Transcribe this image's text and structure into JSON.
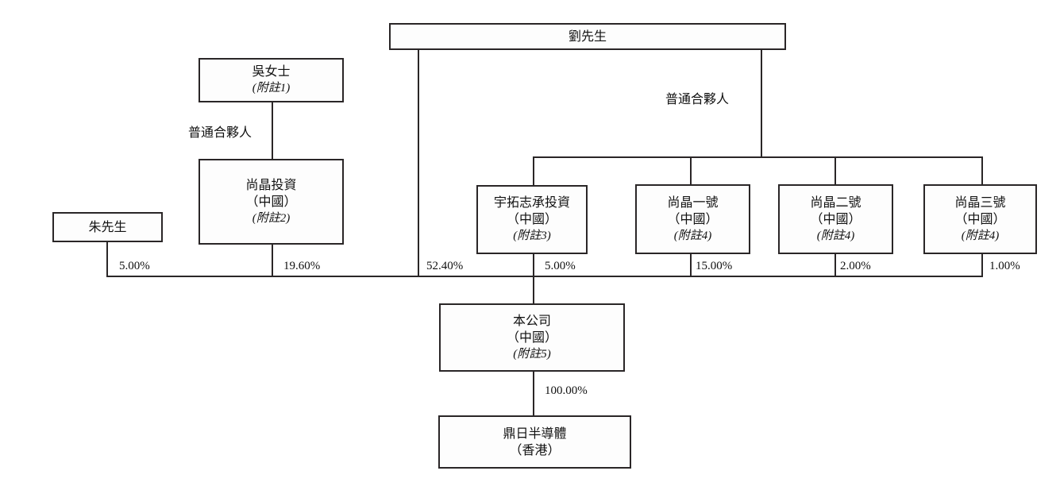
{
  "diagram": {
    "type": "shareholding-structure-chart",
    "nodes": {
      "liu": {
        "lines": [
          "劉先生"
        ]
      },
      "wu": {
        "lines": [
          "吳女士"
        ],
        "note": "(附註1)"
      },
      "shangjing_investment": {
        "lines": [
          "尚晶投資",
          "（中國）"
        ],
        "note": "(附註2)"
      },
      "zhu": {
        "lines": [
          "朱先生"
        ]
      },
      "yutuo_zhicheng": {
        "lines": [
          "宇拓志承投資",
          "（中國）"
        ],
        "note": "(附註3)"
      },
      "shangjing_no1": {
        "lines": [
          "尚晶一號",
          "（中國）"
        ],
        "note": "(附註4)"
      },
      "shangjing_no2": {
        "lines": [
          "尚晶二號",
          "（中國）"
        ],
        "note": "(附註4)"
      },
      "shangjing_no3": {
        "lines": [
          "尚晶三號",
          "（中國）"
        ],
        "note": "(附註4)"
      },
      "company": {
        "lines": [
          "本公司",
          "（中國）"
        ],
        "note": "(附註5)"
      },
      "dingri_semiconductor": {
        "lines": [
          "鼎日半導體",
          "（香港）"
        ]
      }
    },
    "edge_labels": {
      "general_partner_left": "普通合夥人",
      "general_partner_right": "普通合夥人",
      "pct_zhu_to_company": "5.00%",
      "pct_shangjing_to_company": "19.60%",
      "pct_liu_to_company": "52.40%",
      "pct_yutuo_to_company": "5.00%",
      "pct_no1_to_company": "15.00%",
      "pct_no2_to_company": "2.00%",
      "pct_no3_to_company": "1.00%",
      "pct_company_to_dingri": "100.00%"
    },
    "colors": {
      "line": "#2a2627",
      "box_border": "#2a2627",
      "box_fill": "#fdfdfd",
      "text": "#111111",
      "background": "#ffffff"
    }
  }
}
